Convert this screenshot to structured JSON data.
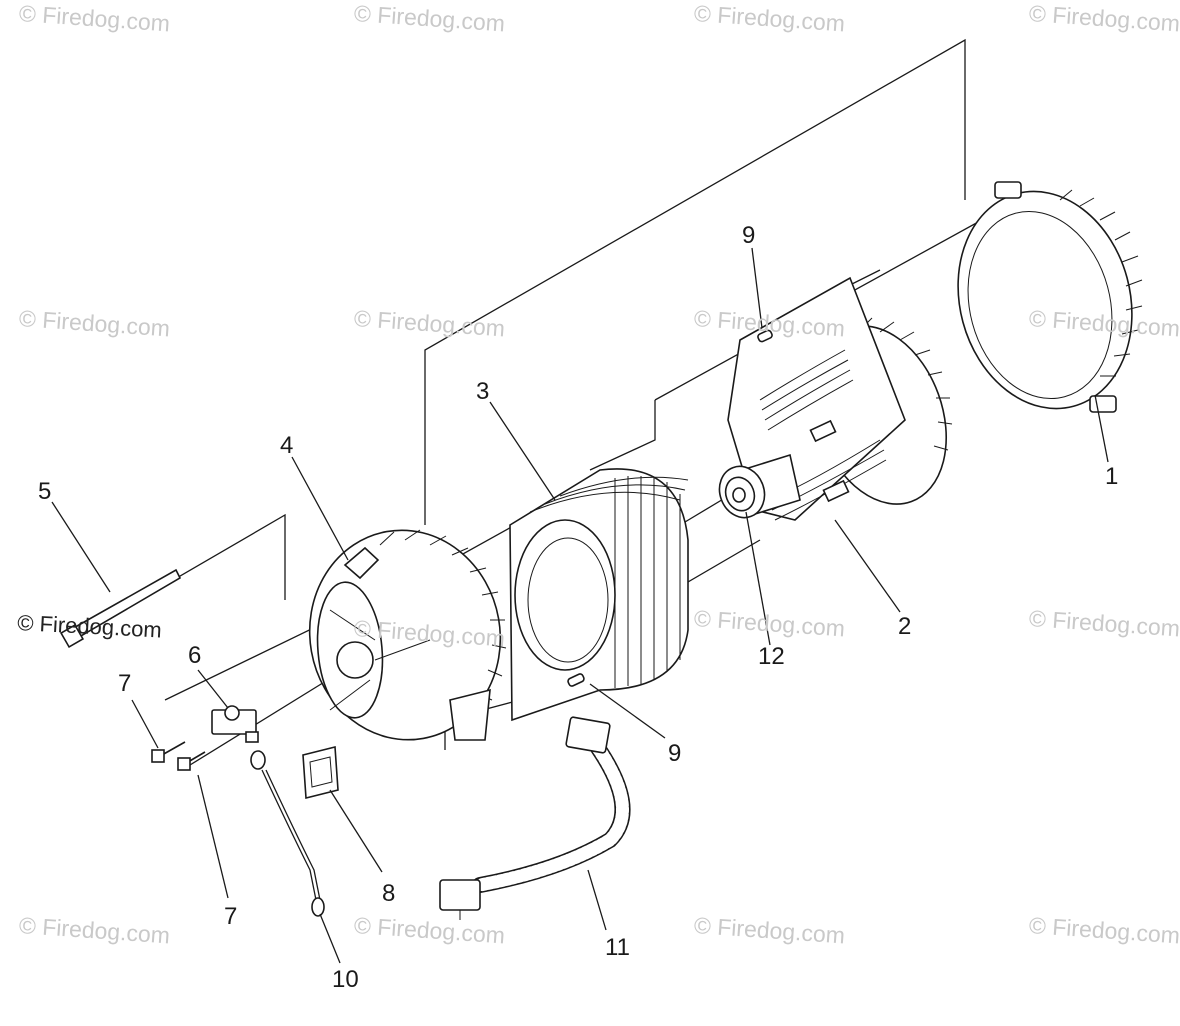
{
  "watermark": "© Firedog.com",
  "watermark_dark": "© Firedog.com",
  "callouts": [
    {
      "id": "c1",
      "label": "1"
    },
    {
      "id": "c2",
      "label": "2"
    },
    {
      "id": "c3",
      "label": "3"
    },
    {
      "id": "c4",
      "label": "4"
    },
    {
      "id": "c5",
      "label": "5"
    },
    {
      "id": "c6",
      "label": "6"
    },
    {
      "id": "c7a",
      "label": "7"
    },
    {
      "id": "c7b",
      "label": "7"
    },
    {
      "id": "c8",
      "label": "8"
    },
    {
      "id": "c9a",
      "label": "9"
    },
    {
      "id": "c9b",
      "label": "9"
    },
    {
      "id": "c10",
      "label": "10"
    },
    {
      "id": "c11",
      "label": "11"
    },
    {
      "id": "c12",
      "label": "12"
    }
  ]
}
